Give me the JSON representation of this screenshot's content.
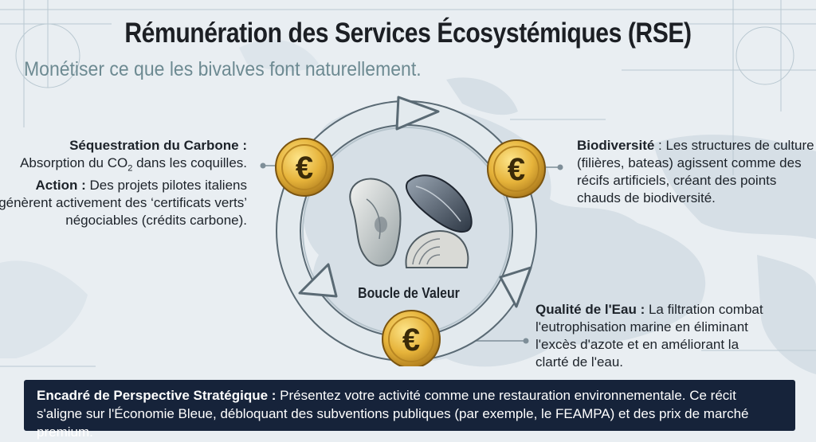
{
  "title": "Rémunération des Services Écosystémiques (RSE)",
  "subtitle": "Monétiser ce que les bivalves font naturellement.",
  "center_label": "Boucle de Valeur",
  "currency_symbol": "€",
  "carbon": {
    "heading": "Séquestration du Carbone :",
    "line1_a": "Absorption du CO",
    "line1_sub": "2",
    "line1_b": " dans les coquilles.",
    "action_label": "Action :",
    "action_text": " Des projets pilotes italiens génèrent activement des ‘certificats verts’ négociables (crédits carbone)."
  },
  "biodiversity": {
    "heading": "Biodiversité",
    "text": " : Les structures de culture (filières, bateas) agissent comme des récifs artificiels, créant des points chauds de biodiversité."
  },
  "water": {
    "heading": "Qualité de l'Eau :",
    "text": " La filtration combat l'eutrophisation marine en éliminant l'excès d'azote et en améliorant la clarté de l'eau."
  },
  "banner": {
    "heading": "Encadré de Perspective Stratégique :",
    "text": " Présentez votre activité comme une restauration environnementale. Ce récit s'aligne sur l'Économie Bleue, débloquant des subventions publiques (par exemple, le FEAMPA) et des prix de marché premium."
  },
  "colors": {
    "banner_bg": "#16233a",
    "coin_gold": "#e0a82a",
    "arrow_fill": "#dfe6ea",
    "subtitle": "#6d8a92"
  }
}
